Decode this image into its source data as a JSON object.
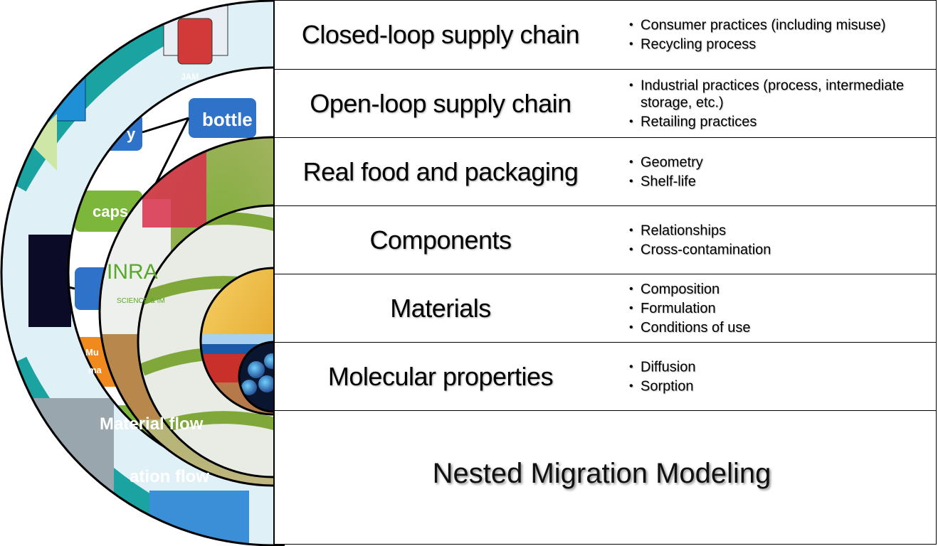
{
  "rows": [
    {
      "name": "Closed-loop supply chain",
      "items": [
        "Consumer practices (including misuse)",
        "Recycling process"
      ]
    },
    {
      "name": "Open-loop supply chain",
      "items": [
        "Industrial practices (process, intermediate storage, etc.)",
        "Retailing practices"
      ]
    },
    {
      "name": "Real food and packaging",
      "items": [
        "Geometry",
        "Shelf-life"
      ]
    },
    {
      "name": "Components",
      "items": [
        "Relationships",
        "Cross-contamination"
      ]
    },
    {
      "name": "Materials",
      "items": [
        "Composition",
        "Formulation",
        "Conditions of use"
      ]
    },
    {
      "name": "Molecular properties",
      "items": [
        "Diffusion",
        "Sorption"
      ]
    }
  ],
  "footer": {
    "title": "Nested Migration Modeling"
  },
  "art_labels": {
    "jar": "JAM",
    "bottle": "bottle",
    "caps": "caps",
    "material_flow": "Material flow",
    "information_flow": "ation flow",
    "multi": "Mu",
    "multi2": "ma",
    "inra": "INRA",
    "inra_sub": "SCIENCE & IM",
    "y_box": "y"
  }
}
